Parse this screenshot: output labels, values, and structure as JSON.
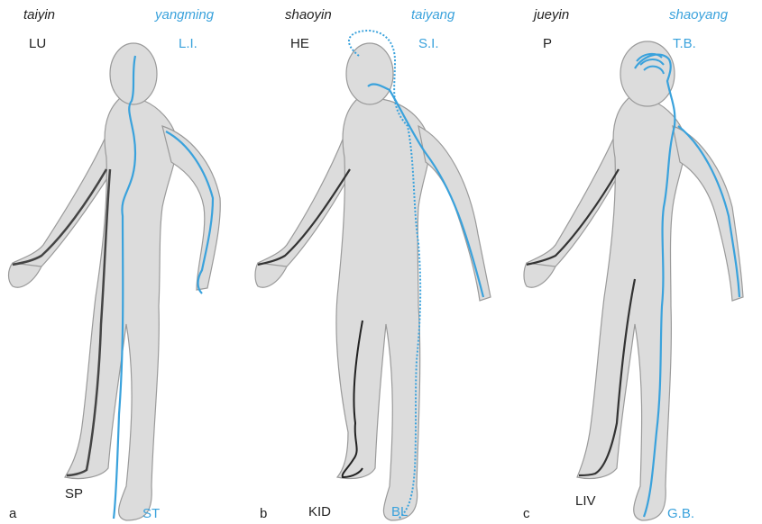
{
  "colors": {
    "yin": "#222222",
    "yang": "#3aa2dc",
    "body_fill": "#dcdcdc",
    "body_stroke": "#9a9a9a"
  },
  "panels": [
    {
      "letter": "a",
      "yin_name": "taiyin",
      "yang_name": "yangming",
      "yin_upper": "LU",
      "yang_upper": "L.I.",
      "yin_lower": "SP",
      "yang_lower": "ST"
    },
    {
      "letter": "b",
      "yin_name": "shaoyin",
      "yang_name": "taiyang",
      "yin_upper": "HE",
      "yang_upper": "S.I.",
      "yin_lower": "KID",
      "yang_lower": "BL"
    },
    {
      "letter": "c",
      "yin_name": "jueyin",
      "yang_name": "shaoyang",
      "yin_upper": "P",
      "yang_upper": "T.B.",
      "yin_lower": "LIV",
      "yang_lower": "G.B."
    }
  ]
}
